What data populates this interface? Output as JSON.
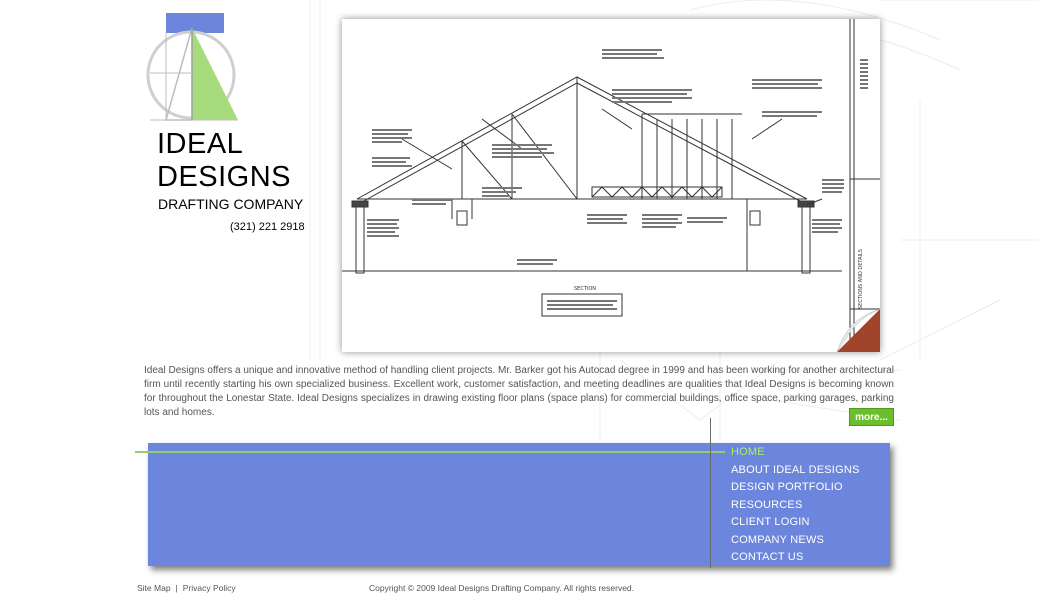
{
  "brand": {
    "name_line1": "IDEAL",
    "name_line2": "DESIGNS",
    "subtitle": "DRAFTING COMPANY",
    "phone": "(321) 221 2918"
  },
  "hero": {
    "section_label": "SECTION",
    "side_label": "SECTIONS AND DETAILS"
  },
  "intro": {
    "text": "Ideal Designs offers a unique and innovative method of handling client projects. Mr. Barker got his Autocad degree in 1999 and has been working for another architectural firm until recently starting his own specialized business. Excellent work, customer satisfaction, and meeting deadlines are qualities that Ideal Designs is becoming known for throughout the Lonestar State. Ideal Designs specializes in drawing existing floor plans (space plans) for commercial buildings, office space, parking garages, parking lots and homes.",
    "more_label": "more..."
  },
  "nav": {
    "items": [
      {
        "label": "HOME",
        "active": true
      },
      {
        "label": "ABOUT IDEAL DESIGNS",
        "active": false
      },
      {
        "label": "DESIGN PORTFOLIO",
        "active": false
      },
      {
        "label": "RESOURCES",
        "active": false
      },
      {
        "label": "CLIENT LOGIN",
        "active": false
      },
      {
        "label": "COMPANY NEWS",
        "active": false
      },
      {
        "label": "CONTACT US",
        "active": false
      }
    ]
  },
  "footer": {
    "site_map": "Site Map",
    "separator": "|",
    "privacy": "Privacy Policy",
    "copyright": "Copyright © 2009 Ideal Designs Drafting Company. All rights reserved."
  },
  "colors": {
    "nav_panel": "#6b86dc",
    "accent_green": "#6cbf2c",
    "nav_active": "#a8f06a",
    "logo_blue": "#6b86dc",
    "logo_green": "#a6dc7e"
  }
}
